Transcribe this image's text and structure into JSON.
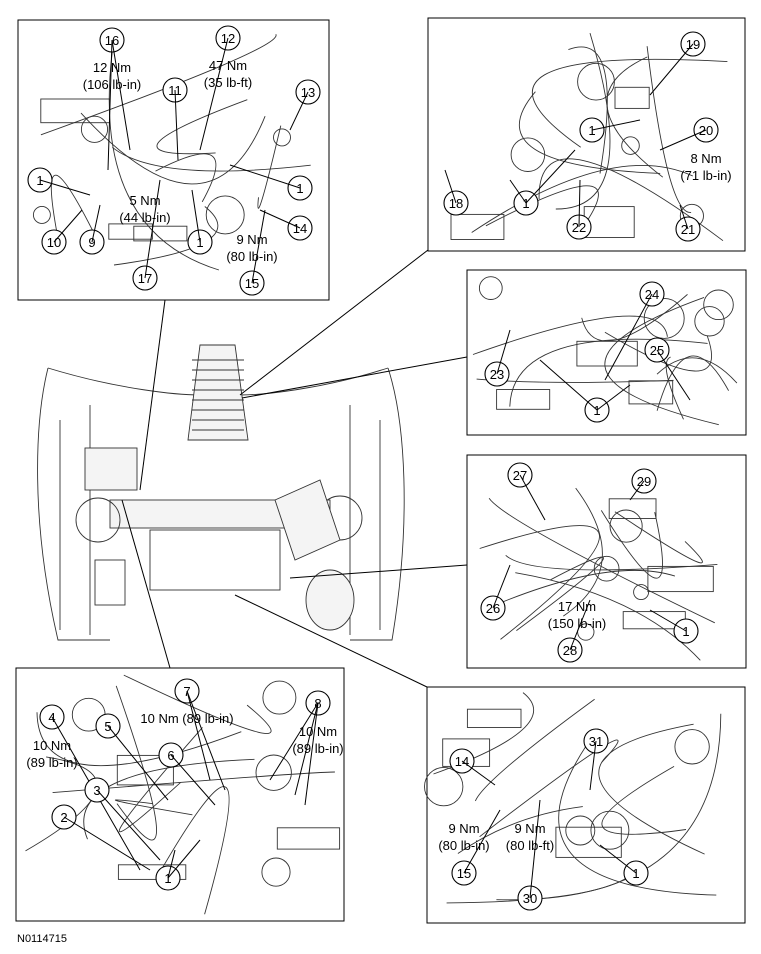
{
  "figure_id": "N0114715",
  "panels": {
    "top_left": {
      "callouts": [
        "16",
        "12",
        "11",
        "13",
        "1",
        "1",
        "10",
        "9",
        "1",
        "14",
        "17",
        "15"
      ],
      "torques": {
        "t16": [
          "12 Nm",
          "(106 lb-in)"
        ],
        "t12": [
          "47 Nm",
          "(35 lb-ft)"
        ],
        "t17": [
          "5 Nm",
          "(44 lb-in)"
        ],
        "t15": [
          "9 Nm",
          "(80 lb-in)"
        ]
      }
    },
    "top_right": {
      "callouts": [
        "19",
        "1",
        "20",
        "18",
        "1",
        "22",
        "21"
      ],
      "torques": {
        "t20": [
          "8 Nm",
          "(71 lb-in)"
        ]
      }
    },
    "mid_right": {
      "callouts": [
        "24",
        "25",
        "23",
        "1"
      ]
    },
    "lower_right": {
      "callouts": [
        "27",
        "29",
        "26",
        "1",
        "28"
      ],
      "torques": {
        "t28": [
          "17 Nm",
          "(150 lb-in)"
        ]
      }
    },
    "bottom_left": {
      "callouts": [
        "4",
        "7",
        "8",
        "5",
        "6",
        "3",
        "2",
        "1"
      ],
      "torques": {
        "t4": [
          "10 Nm",
          "(89 lb-in)"
        ],
        "t7": [
          "10 Nm (89 lb-in)"
        ],
        "t8": [
          "10 Nm",
          "(89 lb-in)"
        ]
      }
    },
    "bottom_right": {
      "callouts": [
        "31",
        "14",
        "1",
        "15",
        "30"
      ],
      "torques": {
        "t15": [
          "9 Nm",
          "(80 lb-in)"
        ],
        "t30": [
          "9 Nm",
          "(80 lb-ft)"
        ]
      }
    }
  }
}
